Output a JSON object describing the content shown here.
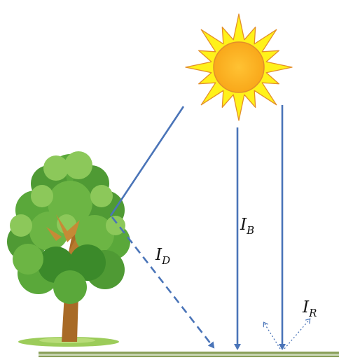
{
  "labels": {
    "beam": {
      "main": "I",
      "sub": "B"
    },
    "diffuse": {
      "main": "I",
      "sub": "D"
    },
    "reflected": {
      "main": "I",
      "sub": "R"
    }
  },
  "colors": {
    "ray": "#4a74b8",
    "sun_core": "#fbb01d",
    "sun_rays": "#fff21a",
    "sun_outline": "#e38f2a",
    "ground_top": "#8aa05a",
    "ground_line": "#c6d3b0",
    "foliage": "#5aa83a",
    "foliage_dark": "#3b8a2a",
    "foliage_light": "#8cc85a",
    "trunk": "#a86a26",
    "grass": "#9ccc5a"
  },
  "icons": [
    "sun-icon",
    "tree-icon"
  ]
}
